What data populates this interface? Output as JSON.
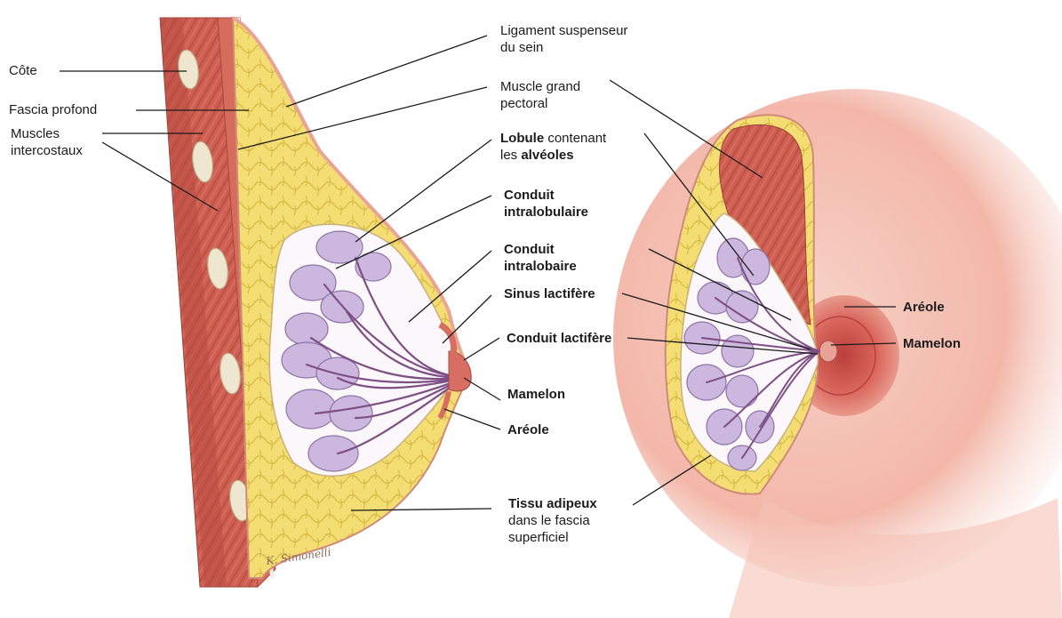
{
  "labels": {
    "cote": "Côte",
    "fascia_profond": "Fascia profond",
    "muscles_intercostaux_1": "Muscles",
    "muscles_intercostaux_2": "intercostaux",
    "ligament_1": "Ligament suspenseur",
    "ligament_2": "du sein",
    "grand_pectoral_1": "Muscle grand",
    "grand_pectoral_2": "pectoral",
    "lobule_bold": "Lobule",
    "lobule_rest": " contenant",
    "lobule_line2_pre": "les ",
    "lobule_line2_bold": "alvéoles",
    "conduit_intralobulaire_1": "Conduit",
    "conduit_intralobulaire_2": "intralobulaire",
    "conduit_intralobaire_1": "Conduit",
    "conduit_intralobaire_2": "intralobaire",
    "sinus_lactifere": "Sinus lactifère",
    "conduit_lactifere": "Conduit lactifère",
    "mamelon_left": "Mamelon",
    "areole_left": "Aréole",
    "tissu_adipeux_1": "Tissu adipeux",
    "tissu_adipeux_2": "dans le fascia",
    "tissu_adipeux_3": "superficiel",
    "areole_right": "Aréole",
    "mamelon_right": "Mamelon"
  },
  "colors": {
    "muscle": "#c9544a",
    "muscle_dark": "#a8403a",
    "fat": "#f3dc6a",
    "fat_outline": "#c9a93a",
    "lobule": "#c9b6dc",
    "duct": "#8a5c8c",
    "skin": "#f6c9bf",
    "areola": "#d9655c",
    "rib": "#efe6cf"
  },
  "signature": "K. Simonelli"
}
